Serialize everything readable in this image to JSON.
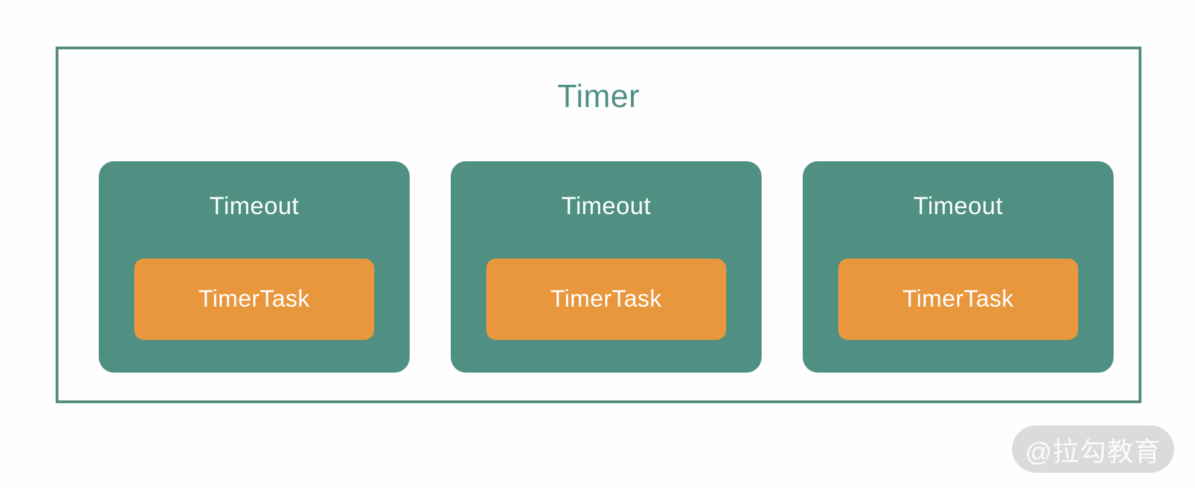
{
  "diagram": {
    "title": "Timer",
    "timeouts": [
      {
        "label": "Timeout",
        "task": "TimerTask"
      },
      {
        "label": "Timeout",
        "task": "TimerTask"
      },
      {
        "label": "Timeout",
        "task": "TimerTask"
      }
    ]
  },
  "watermark": {
    "text": "@拉勾教育"
  },
  "colors": {
    "teal_fill": "#4f9083",
    "teal_border": "#548e81",
    "title_teal": "#4e9184",
    "orange": "#e8973d",
    "watermark_bg": "#d9d9d9",
    "text_white": "#ffffff",
    "background": "#fefefe"
  }
}
